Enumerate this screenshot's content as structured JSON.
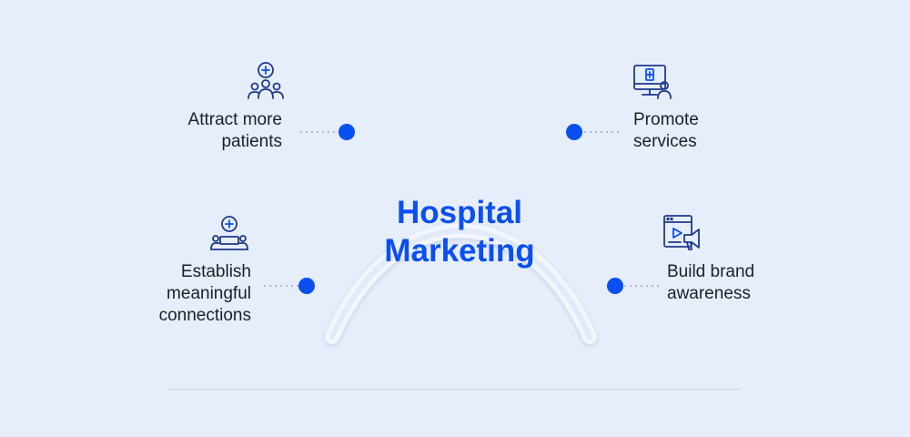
{
  "diagram": {
    "title_line1": "Hospital",
    "title_line2": "Marketing",
    "items": [
      {
        "id": "attract",
        "line1": "Attract more",
        "line2": "patients",
        "icon": "medical-group-icon"
      },
      {
        "id": "establish",
        "line1": "Establish",
        "line2": "meaningful",
        "line3": "connections",
        "icon": "doctor-consult-icon"
      },
      {
        "id": "promote",
        "line1": "Promote",
        "line2": "services",
        "icon": "telemedicine-monitor-icon"
      },
      {
        "id": "brand",
        "line1": "Build brand",
        "line2": "awareness",
        "icon": "video-megaphone-icon"
      }
    ],
    "colors": {
      "accent": "#0a4ff0",
      "arc": "#e0e8f8",
      "text": "#1b1f2a",
      "icon": "#1e3a8a"
    }
  }
}
